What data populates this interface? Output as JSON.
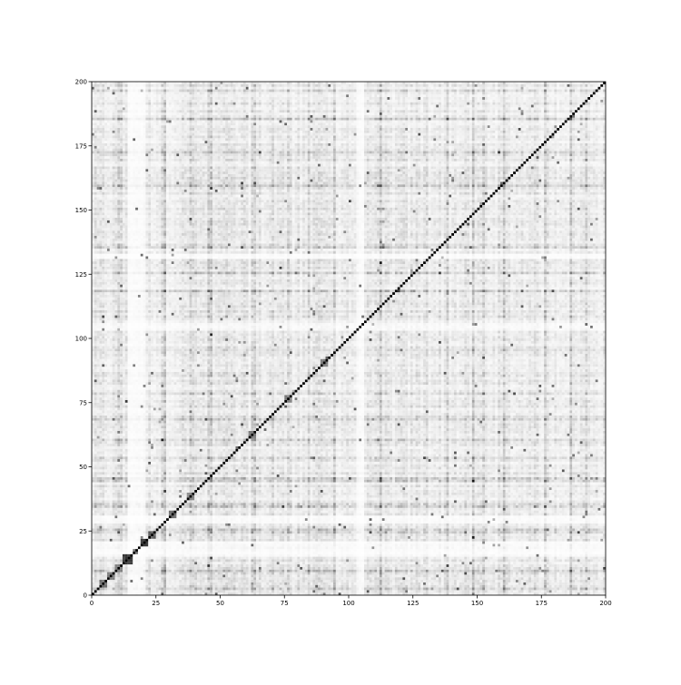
{
  "chart_data": {
    "type": "heatmap",
    "title": "",
    "xlabel": "",
    "ylabel": "",
    "size": 200,
    "xlim": [
      0,
      200
    ],
    "ylim": [
      0,
      200
    ],
    "x_ticks": [
      0,
      25,
      50,
      75,
      100,
      125,
      150,
      175,
      200
    ],
    "y_ticks": [
      0,
      25,
      50,
      75,
      100,
      125,
      150,
      175,
      200
    ],
    "colormap": "greys",
    "value_range": [
      0,
      1
    ],
    "diagonal_value": 1,
    "background_level": 0.08,
    "light_bands": {
      "rows": [
        15,
        16,
        17,
        18,
        19,
        20,
        28,
        29,
        30,
        103,
        104,
        105,
        131,
        132
      ],
      "cols": [
        14,
        15,
        16,
        17,
        18,
        19,
        20,
        103,
        104,
        105
      ]
    },
    "dark_bands": {
      "rows": [
        2,
        3,
        8,
        9,
        10,
        24,
        25,
        34,
        35,
        44,
        45,
        52,
        53,
        60,
        68,
        69,
        78,
        86,
        95,
        110,
        118,
        125,
        135,
        136,
        145,
        158,
        159,
        172,
        185,
        196
      ],
      "cols": [
        10,
        11,
        27,
        28,
        38,
        39,
        45,
        46,
        52,
        62,
        63,
        70,
        76,
        80,
        84,
        88,
        94,
        108,
        112,
        130,
        138,
        148,
        152,
        160,
        170,
        176,
        186,
        192
      ]
    },
    "diagonal_blocks": [
      {
        "start": 12,
        "end": 15,
        "value": 0.82
      },
      {
        "start": 19,
        "end": 21,
        "value": 0.78
      },
      {
        "start": 22,
        "end": 24,
        "value": 0.7
      },
      {
        "start": 3,
        "end": 5,
        "value": 0.6
      },
      {
        "start": 6,
        "end": 8,
        "value": 0.55
      },
      {
        "start": 9,
        "end": 11,
        "value": 0.55
      },
      {
        "start": 16,
        "end": 17,
        "value": 0.6
      },
      {
        "start": 30,
        "end": 32,
        "value": 0.6
      },
      {
        "start": 37,
        "end": 39,
        "value": 0.5
      },
      {
        "start": 61,
        "end": 63,
        "value": 0.55
      },
      {
        "start": 75,
        "end": 77,
        "value": 0.55
      },
      {
        "start": 89,
        "end": 91,
        "value": 0.55
      }
    ]
  }
}
